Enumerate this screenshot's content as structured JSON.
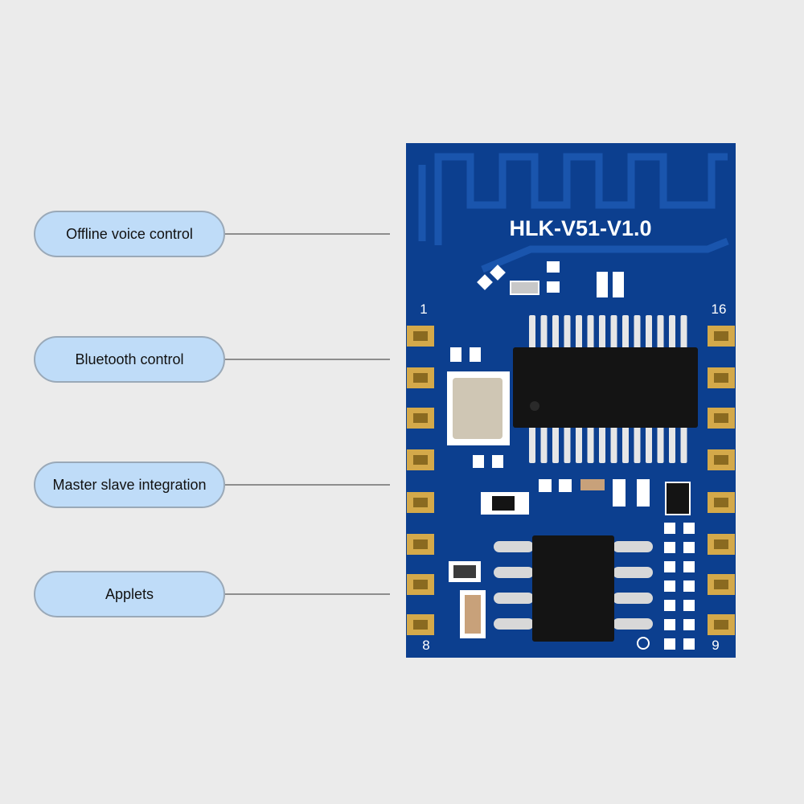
{
  "features": [
    {
      "label": "Offline voice control"
    },
    {
      "label": "Bluetooth control"
    },
    {
      "label": "Master slave integration"
    },
    {
      "label": "Applets"
    }
  ],
  "board": {
    "model_text": "HLK-V51-V1.0",
    "pin_labels": {
      "top_left": "1",
      "top_right": "16",
      "bottom_left": "8",
      "bottom_right": "9"
    },
    "colors": {
      "pcb": "#0c3f8f",
      "trace": "#1a55ad",
      "gold": "#d4a94a",
      "chip": "#141414",
      "silkscreen": "#ffffff"
    }
  }
}
